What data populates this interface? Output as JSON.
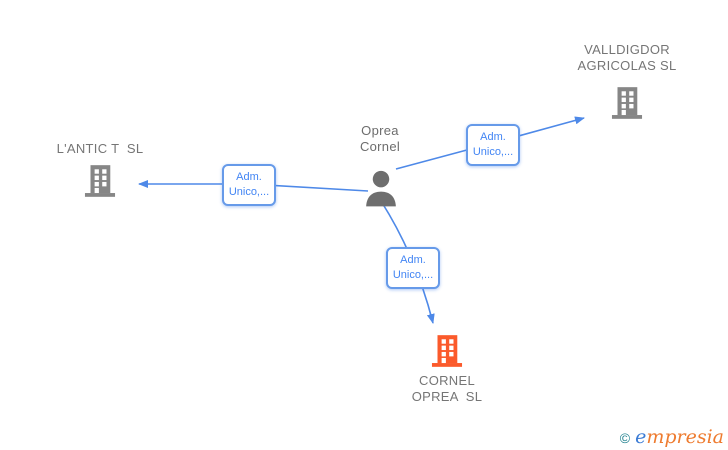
{
  "diagram": {
    "person": {
      "name": "Oprea\nCornel"
    },
    "companies": [
      {
        "id": "valldigdor-agricolas-sl",
        "name": "VALLDIGDOR\nAGRICOLAS SL",
        "highlight": false
      },
      {
        "id": "lantic-t-sl",
        "name": "L'ANTIC T  SL",
        "highlight": false
      },
      {
        "id": "cornel-oprea-sl",
        "name": "CORNEL\nOPREA  SL",
        "highlight": true
      }
    ],
    "edges": [
      {
        "from": "Oprea Cornel",
        "to": "L'ANTIC T  SL",
        "label": "Adm.\nUnico,..."
      },
      {
        "from": "Oprea Cornel",
        "to": "VALLDIGDOR AGRICOLAS SL",
        "label": "Adm.\nUnico,..."
      },
      {
        "from": "Oprea Cornel",
        "to": "CORNEL OPREA  SL",
        "label": "Adm.\nUnico,..."
      }
    ],
    "colors": {
      "edge_blue": "#4e89e8",
      "edge_label_text": "#4285f4",
      "company_icon_gray": "#868686",
      "company_icon_highlight": "#fb5a2b",
      "person_icon_gray": "#6e6e6e",
      "node_text_gray": "#757575"
    }
  },
  "watermark": {
    "copyright_symbol": "©",
    "brand_first_letter": "e",
    "brand_rest": "mpresia"
  }
}
